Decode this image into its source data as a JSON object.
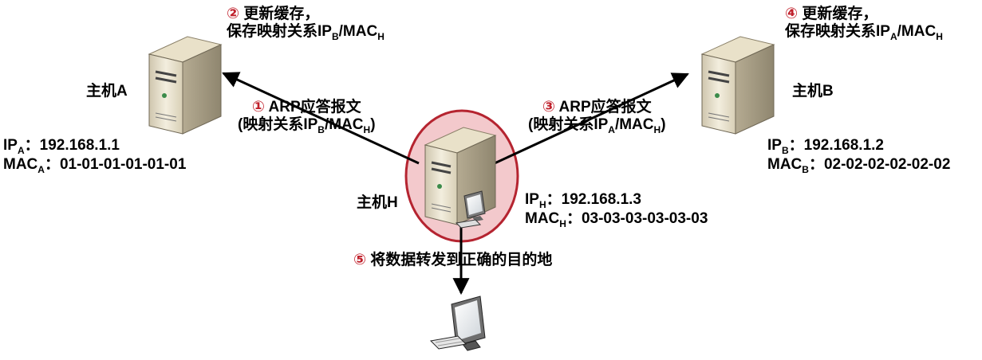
{
  "host_a": {
    "name": "主机A",
    "ip_label": "IP",
    "ip_sub": "A",
    "ip_value": "：192.168.1.1",
    "mac_label": "MAC",
    "mac_sub": "A",
    "mac_value": "：01-01-01-01-01-01"
  },
  "host_b": {
    "name": "主机B",
    "ip_label": "IP",
    "ip_sub": "B",
    "ip_value": "：192.168.1.2",
    "mac_label": "MAC",
    "mac_sub": "B",
    "mac_value": "：02-02-02-02-02-02"
  },
  "host_h": {
    "name": "主机H",
    "ip_label": "IP",
    "ip_sub": "H",
    "ip_value": "：192.168.1.3",
    "mac_label": "MAC",
    "mac_sub": "H",
    "mac_value": "：03-03-03-03-03-03"
  },
  "step1": {
    "num": "①",
    "title": "ARP应答报文",
    "line2_pre": "(映射关系IP",
    "line2_sub1": "B",
    "line2_mid": "/MAC",
    "line2_sub2": "H",
    "line2_post": ")"
  },
  "step2": {
    "num": "②",
    "title": "更新缓存，",
    "line2_pre": "保存映射关系IP",
    "line2_sub1": "B",
    "line2_mid": "/MAC",
    "line2_sub2": "H"
  },
  "step3": {
    "num": "③",
    "title": "ARP应答报文",
    "line2_pre": "(映射关系IP",
    "line2_sub1": "A",
    "line2_mid": "/MAC",
    "line2_sub2": "H",
    "line2_post": ")"
  },
  "step4": {
    "num": "④",
    "title": "更新缓存，",
    "line2_pre": "保存映射关系IP",
    "line2_sub1": "A",
    "line2_mid": "/MAC",
    "line2_sub2": "H"
  },
  "step5": {
    "num": "⑤",
    "text": "将数据转发到正确的目的地"
  },
  "colors": {
    "accent_red": "#c0202b",
    "highlight_fill": "#f3c9cc",
    "server_body": "#e8dfc6"
  }
}
